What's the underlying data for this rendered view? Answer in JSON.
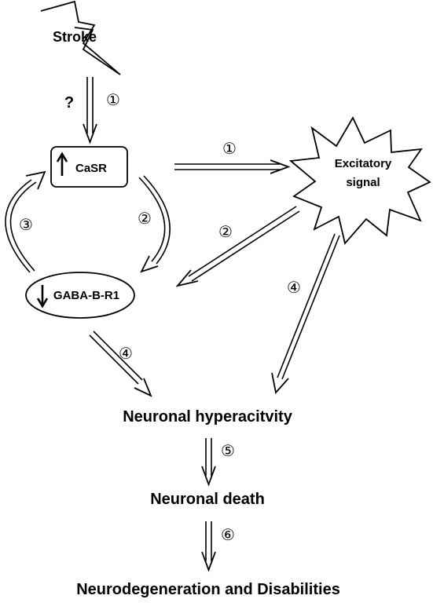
{
  "nodes": {
    "stroke": "Stroke",
    "question": "?",
    "casr": "CaSR",
    "excitatory_line1": "Excitatory",
    "excitatory_line2": "signal",
    "gaba": "GABA-B-R1",
    "hyperactivity": "Neuronal hyperacitvity",
    "death": "Neuronal death",
    "outcome": "Neurodegeneration and Disabilities"
  },
  "steps": {
    "stroke_to_casr": "①",
    "casr_to_excitatory": "①",
    "casr_to_gaba": "②",
    "excitatory_to_gaba": "②",
    "gaba_to_casr": "③",
    "gaba_to_hyperactivity": "④",
    "excitatory_to_hyperactivity": "④",
    "hyperactivity_to_death": "⑤",
    "death_to_outcome": "⑥"
  },
  "indicators": {
    "casr": "up-arrow-icon",
    "gaba": "down-arrow-icon"
  }
}
